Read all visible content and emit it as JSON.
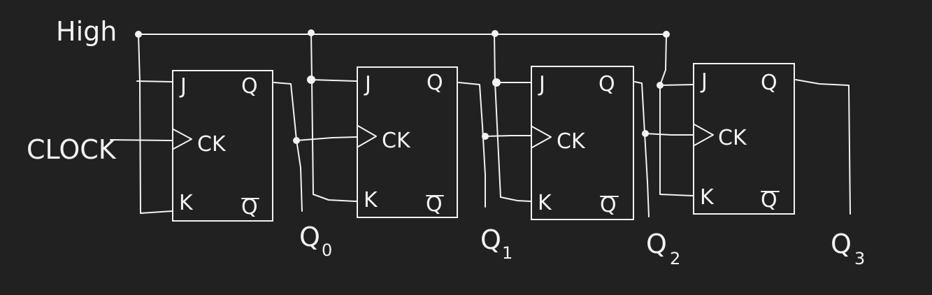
{
  "labels": {
    "high": "High",
    "clock": "CLOCK"
  },
  "flip_flops": [
    {
      "j": "J",
      "ck": "CK",
      "k": "K",
      "q": "Q",
      "qbar": "Q",
      "output": "Q",
      "output_sub": "0"
    },
    {
      "j": "J",
      "ck": "CK",
      "k": "K",
      "q": "Q",
      "qbar": "Q",
      "output": "Q",
      "output_sub": "1"
    },
    {
      "j": "J",
      "ck": "CK",
      "k": "K",
      "q": "Q",
      "qbar": "Q",
      "output": "Q",
      "output_sub": "2"
    },
    {
      "j": "J",
      "ck": "CK",
      "k": "K",
      "q": "Q",
      "qbar": "Q",
      "output": "Q",
      "output_sub": "3"
    }
  ]
}
